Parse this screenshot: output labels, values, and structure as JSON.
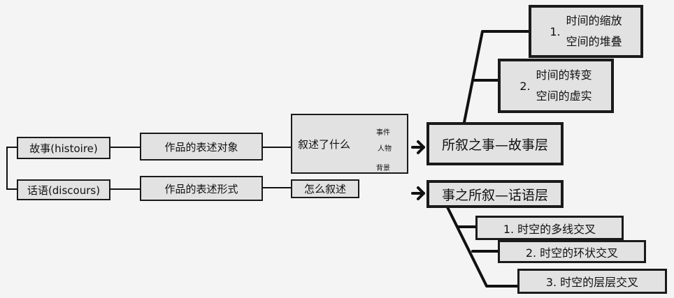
{
  "left": {
    "story": "故事(histoire)",
    "discourse": "话语(discours)"
  },
  "middle": {
    "object": "作品的表述对象",
    "form": "作品的表述形式"
  },
  "narrate": {
    "what": "叙述了什么",
    "how": "怎么叙述",
    "items": [
      "事件",
      "人物",
      "背景"
    ]
  },
  "layers": {
    "story_layer": "所叙之事—故事层",
    "discourse_layer": "事之所叙—话语层"
  },
  "story_details": [
    {
      "num": "1.",
      "line1": "时间的缩放",
      "line2": "空间的堆叠"
    },
    {
      "num": "2.",
      "line1": "时间的转变",
      "line2": "空间的虚实"
    }
  ],
  "discourse_details": [
    "1. 时空的多线交叉",
    "2. 时空的环状交叉",
    "3. 时空的层层交叉"
  ]
}
